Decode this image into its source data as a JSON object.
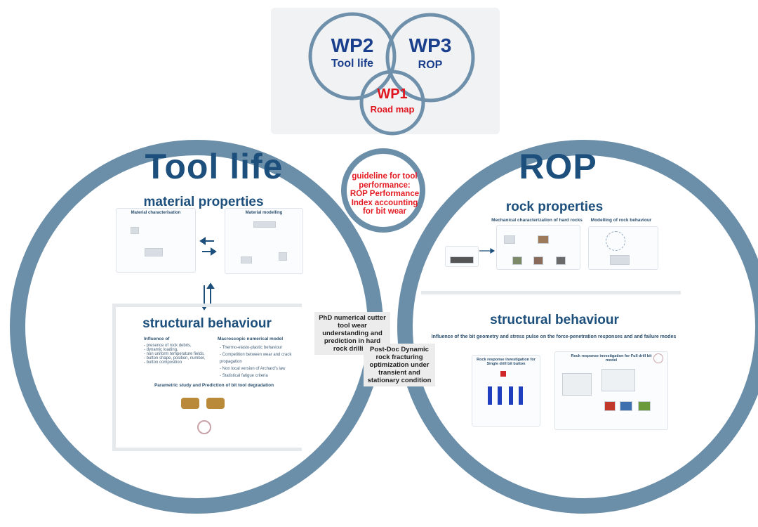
{
  "header": {
    "wp2": {
      "code": "WP2",
      "title": "Tool life"
    },
    "wp3": {
      "code": "WP3",
      "title": "ROP"
    },
    "wp1": {
      "code": "WP1",
      "title": "Road map"
    }
  },
  "left": {
    "title": "Tool life",
    "material_properties": {
      "heading": "material properties",
      "sub_left": "Material characterisation",
      "sub_right": "Material modelling"
    },
    "structural": {
      "heading": "structural behaviour",
      "influence_heading": "Influence of",
      "influence_items": [
        "- presence of rock debris,",
        "- dynamic loading,",
        "- non uniform temperature fields,",
        "- button shape, position, number,",
        "- button composition"
      ],
      "model_heading": "Macroscopic numerical model",
      "model_items": [
        "- Thermo-elasto-plastic behaviour",
        "- Competition between wear and crack propagation",
        "- Non local version of Archard's law",
        "- Statistical fatigue criteria"
      ],
      "parametric": "Parametric study and Prediction of bit tool degradation"
    }
  },
  "center": {
    "guideline": "guideline for tool performance: ROP Performance Index accounting for bit wear",
    "phd": "PhD numerical cutter tool wear understanding and prediction in hard rock drilling",
    "postdoc": "Post-Doc Dynamic rock fracturing optimization under transient and stationary condition"
  },
  "right": {
    "title": "ROP",
    "rock_properties": {
      "heading": "rock properties",
      "sub_left": "Mechanical characterization of hard rocks",
      "sub_right": "Modelling of rock behaviour"
    },
    "structural": {
      "heading": "structural behaviour",
      "subtitle": "Influence of the bit geometry and stress pulse on the force-penetration responses and and failure modes",
      "left_box": "Rock response investigation for Single drill bit button",
      "right_box": "Rock response investigation for Full drill bit model"
    }
  },
  "colors": {
    "ring": "#6f8fa8",
    "ring_fill": "#5f84a0",
    "title_navy": "#1c4f7c",
    "wp_blue": "#1a3f8c",
    "accent_red": "#e31b23"
  }
}
